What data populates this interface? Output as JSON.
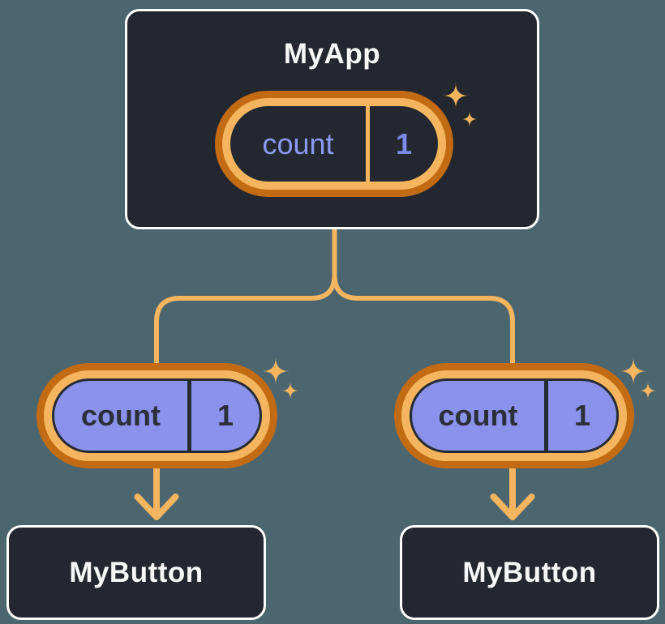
{
  "diagram": {
    "root": {
      "title": "MyApp",
      "pill": {
        "label": "count",
        "value": "1"
      }
    },
    "children": [
      {
        "title": "MyButton",
        "pill": {
          "label": "count",
          "value": "1"
        }
      },
      {
        "title": "MyButton",
        "pill": {
          "label": "count",
          "value": "1"
        }
      }
    ]
  },
  "icons": {
    "sparkles": "sparkles-icon (four-point twinkle stars)",
    "arrow_down": "arrow-down-icon (↓)"
  },
  "colors": {
    "background": "#4C6670",
    "component_fill": "#23272F",
    "component_border": "#FFFFFF",
    "title_text": "#F6F7F9",
    "ring_outer_orange": "#C26A14",
    "ring_inner_orange": "#F4B55E",
    "connector_orange": "#F4B55E",
    "prop_pill_fill": "#8A92EC",
    "prop_pill_text": "#2A2F38",
    "state_label_text": "#8C99F3",
    "state_value_text": "#7D89E9"
  }
}
